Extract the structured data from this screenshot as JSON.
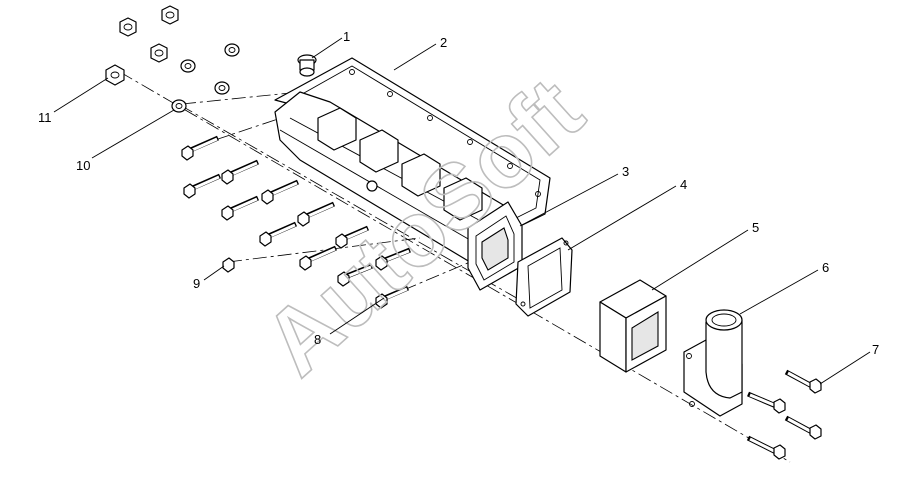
{
  "watermark": "AutoSoft",
  "callouts": [
    "1",
    "2",
    "3",
    "4",
    "5",
    "6",
    "7",
    "8",
    "9",
    "10",
    "11"
  ]
}
